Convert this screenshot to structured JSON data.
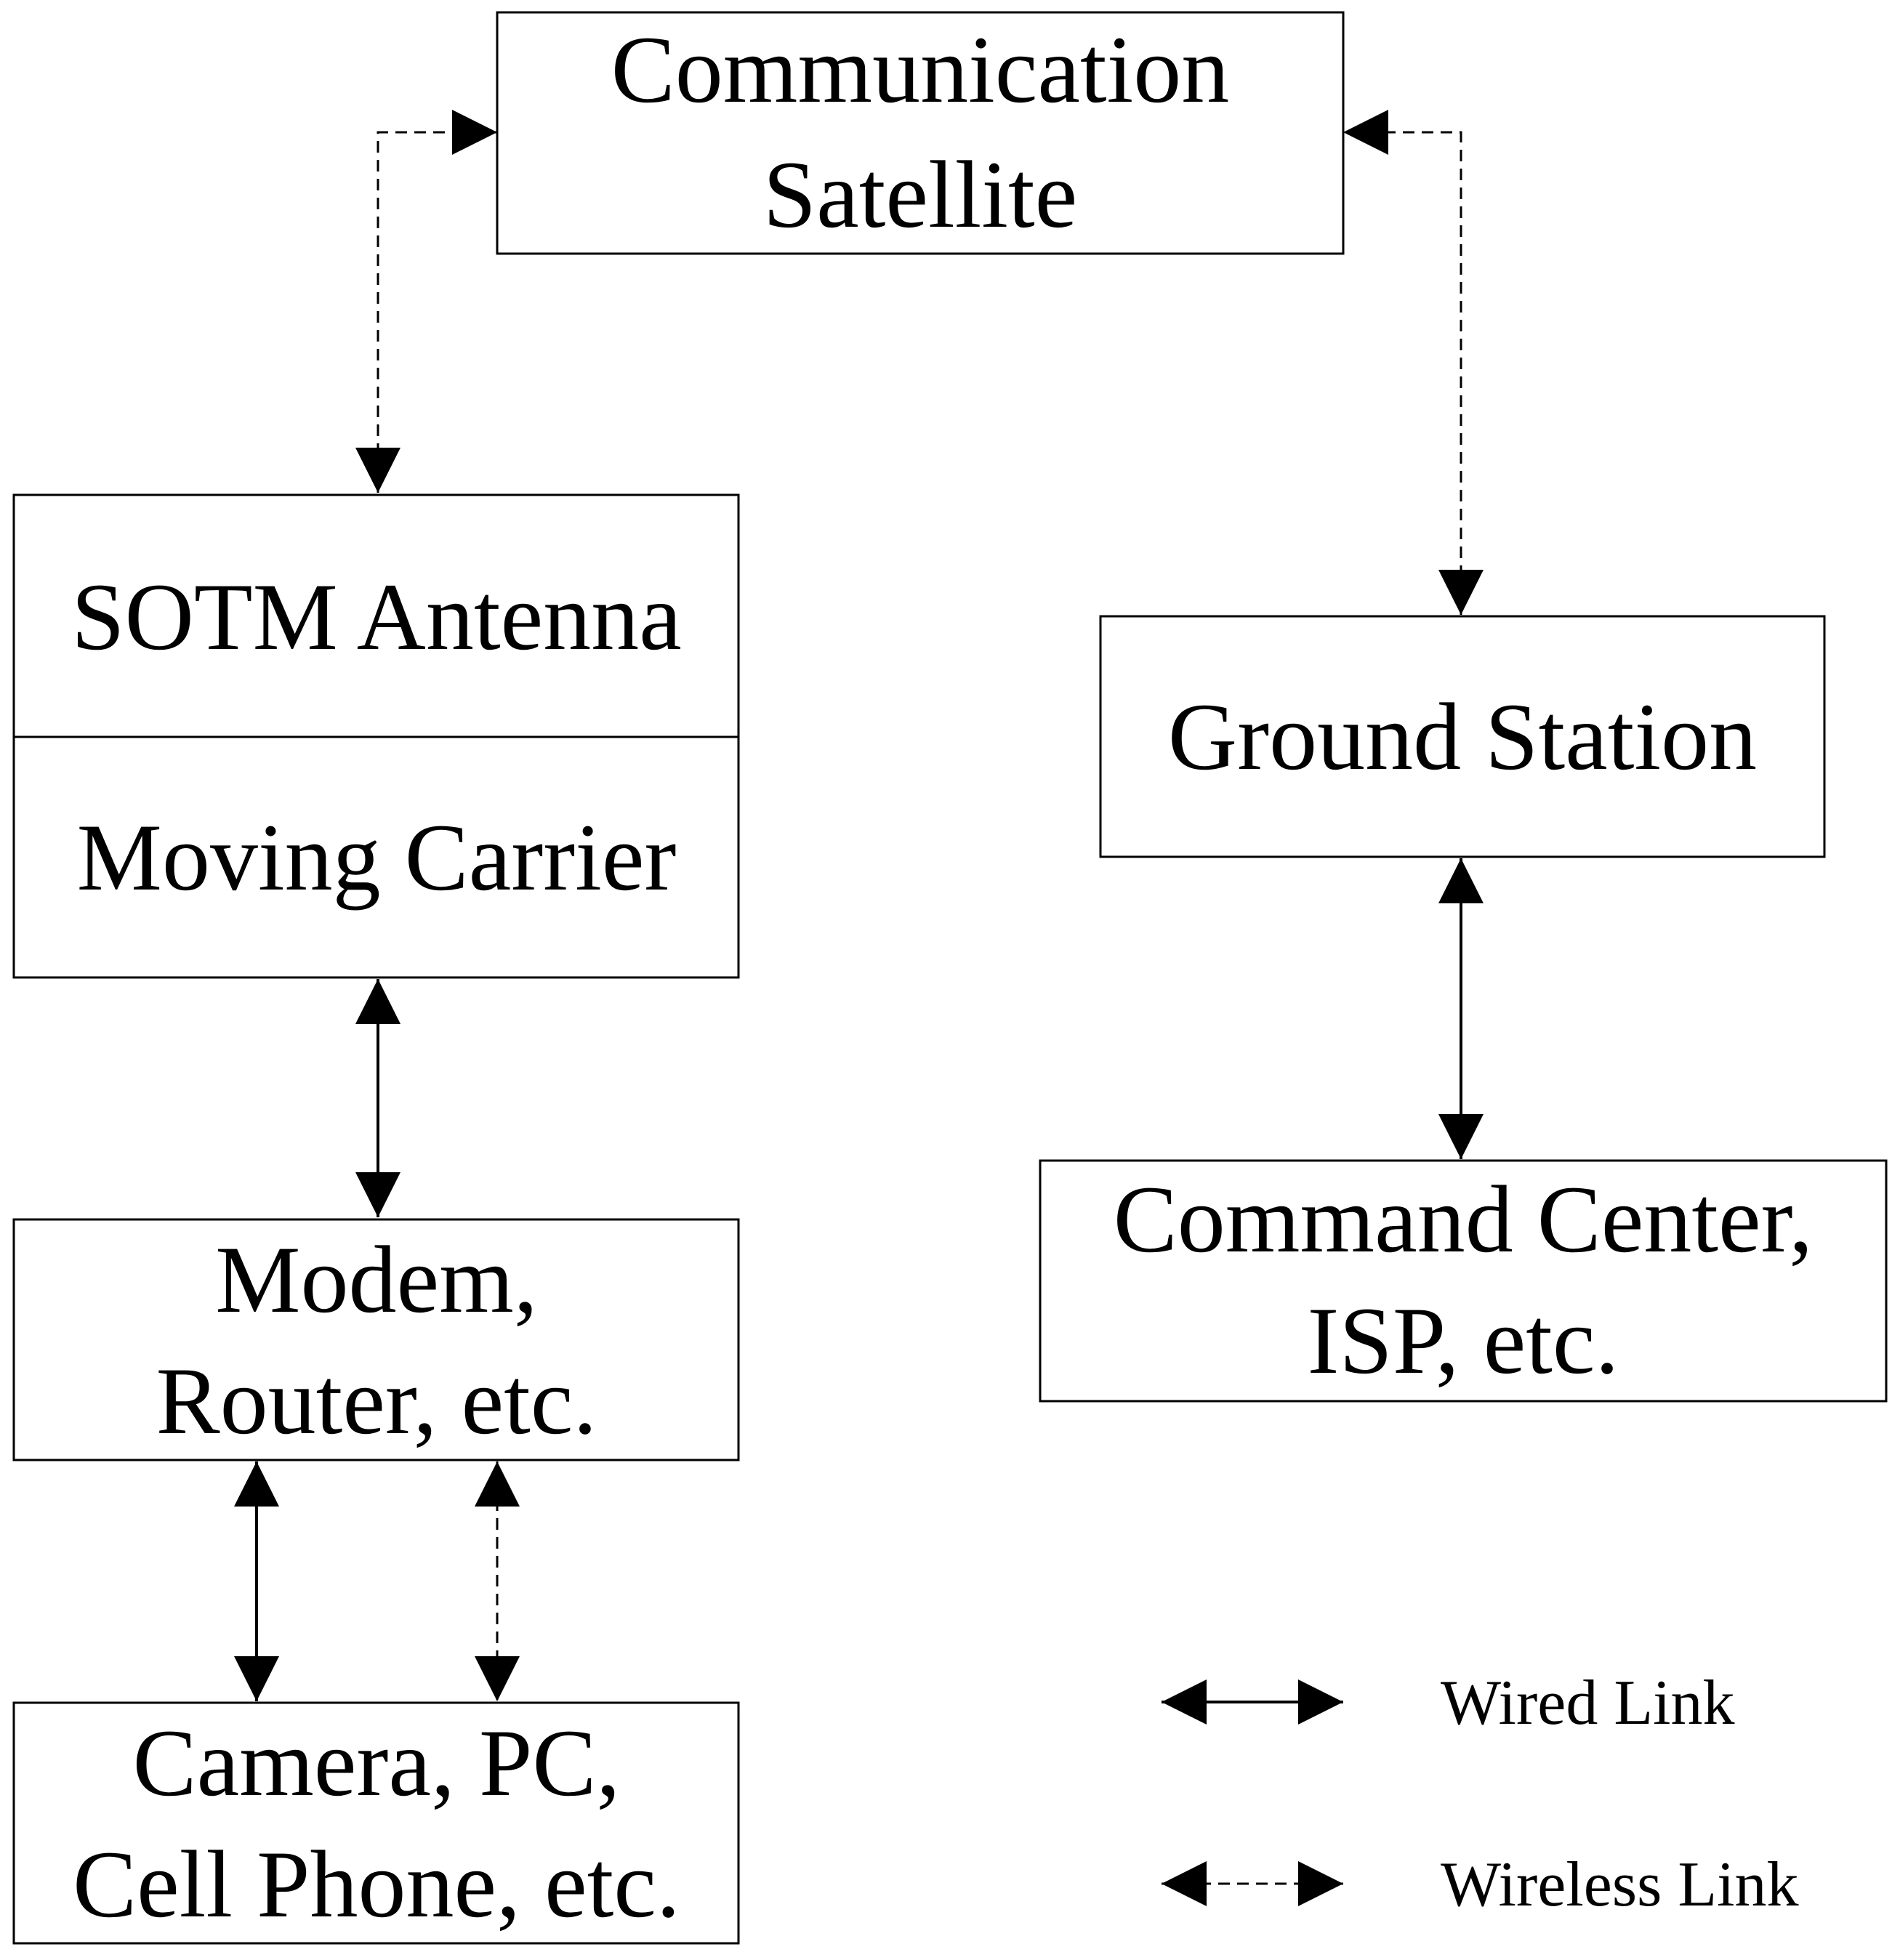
{
  "nodes": {
    "satellite": {
      "lines": [
        "Communication",
        "Satellite"
      ]
    },
    "sotm_antenna": {
      "lines": [
        "SOTM Antenna"
      ]
    },
    "moving_carrier": {
      "lines": [
        "Moving Carrier"
      ]
    },
    "modem_router": {
      "lines": [
        "Modem,",
        "Router, etc."
      ]
    },
    "camera_pc": {
      "lines": [
        "Camera, PC,",
        "Cell Phone, etc."
      ]
    },
    "ground_station": {
      "lines": [
        "Ground Station"
      ]
    },
    "command_center": {
      "lines": [
        "Command Center,",
        "ISP, etc."
      ]
    }
  },
  "links": [
    {
      "from": "sotm_antenna",
      "to": "satellite",
      "type": "wireless"
    },
    {
      "from": "ground_station",
      "to": "satellite",
      "type": "wireless"
    },
    {
      "from": "moving_carrier",
      "to": "modem_router",
      "type": "wired"
    },
    {
      "from": "modem_router",
      "to": "camera_pc",
      "type": "wired"
    },
    {
      "from": "modem_router",
      "to": "camera_pc",
      "type": "wireless"
    },
    {
      "from": "ground_station",
      "to": "command_center",
      "type": "wired"
    }
  ],
  "legend": {
    "wired": "Wired Link",
    "wireless": "Wireless Link"
  }
}
